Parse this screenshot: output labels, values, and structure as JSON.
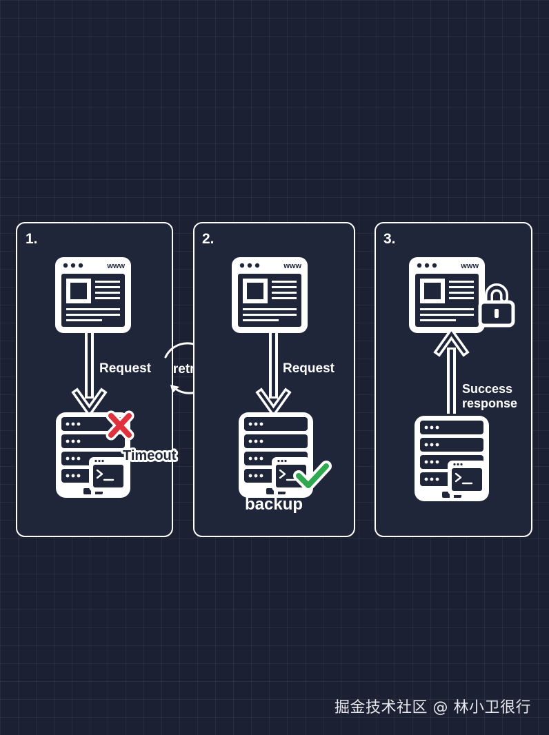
{
  "panels": [
    {
      "number": "1.",
      "arrow_label": "Request",
      "status_label": "Timeout",
      "status_icon": "red-x-icon"
    },
    {
      "number": "2.",
      "arrow_label": "Request",
      "server_label": "backup",
      "status_icon": "green-check-icon"
    },
    {
      "number": "3.",
      "arrow_label_lines": [
        "Success",
        "response"
      ],
      "status_icon": "unlocked-padlock-icon"
    }
  ],
  "retry_label": "retry",
  "browser_address": "www",
  "watermark": "掘金技术社区 @ 林小卫很行",
  "colors": {
    "background": "#1b2132",
    "panel_fill": "#1f2639",
    "stroke": "#ffffff",
    "error": "#e0323c",
    "success": "#2fa84f"
  }
}
